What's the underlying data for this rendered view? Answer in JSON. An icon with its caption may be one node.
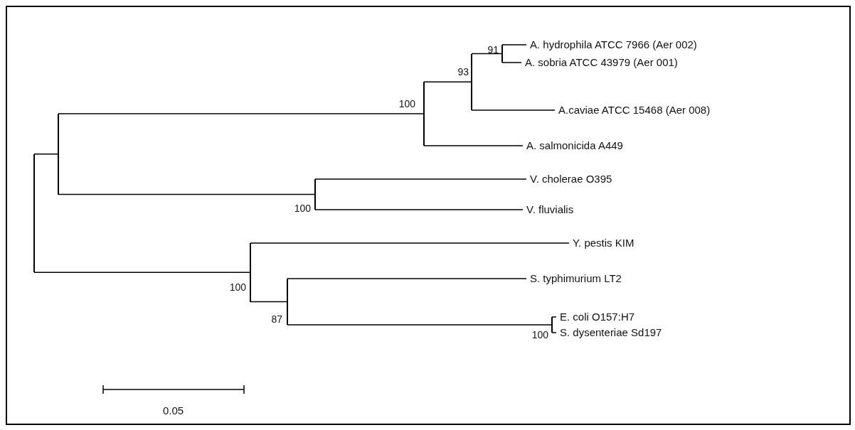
{
  "diagram": {
    "nodes": [
      {
        "text": [],
        "shape": "bar"
      },
      {
        "text": [],
        "shape": "bar"
      },
      {
        "text": [],
        "shape": "bar",
        "beside": [
          "100"
        ]
      },
      {
        "text": [],
        "shape": "bar",
        "beside": [
          "93"
        ]
      },
      {
        "text": [],
        "shape": "bar",
        "beside": [
          "91"
        ]
      },
      {
        "text": [
          "A. hydrophila ATCC 7966 (Aer 002)"
        ]
      },
      {
        "text": [
          "A. sobria ATCC 43979 (Aer 001)"
        ]
      },
      {
        "text": [
          "A.caviae ATCC 15468 (Aer 008)"
        ]
      },
      {
        "text": [
          "A. salmonicida A449"
        ]
      },
      {
        "text": [],
        "shape": "bar",
        "beside": [
          "100"
        ]
      },
      {
        "text": [
          "V. cholerae O395"
        ]
      },
      {
        "text": [
          "V. fluvialis"
        ]
      },
      {
        "text": [],
        "shape": "bar",
        "beside": [
          "100"
        ]
      },
      {
        "text": [
          "Y. pestis KIM"
        ]
      },
      {
        "text": [],
        "shape": "bar",
        "beside": [
          "87"
        ]
      },
      {
        "text": [
          "S. typhimurium LT2"
        ]
      },
      {
        "text": [],
        "shape": "bar",
        "beside": [
          "100"
        ]
      },
      {
        "text": [
          "E. coli O157:H7"
        ]
      },
      {
        "text": [
          "S. dysenteriae Sd197"
        ]
      }
    ],
    "edges": [
      {
        "from": 0,
        "to": 1,
        "arrow": "none"
      },
      {
        "from": 1,
        "to": 2,
        "arrow": "none"
      },
      {
        "from": 2,
        "to": 3,
        "arrow": "none"
      },
      {
        "from": 3,
        "to": 4,
        "arrow": "none"
      },
      {
        "from": 4,
        "to": 5,
        "arrow": "none"
      },
      {
        "from": 4,
        "to": 6,
        "arrow": "none"
      },
      {
        "from": 3,
        "to": 7,
        "arrow": "none"
      },
      {
        "from": 2,
        "to": 8,
        "arrow": "none"
      },
      {
        "from": 1,
        "to": 9,
        "arrow": "none"
      },
      {
        "from": 9,
        "to": 10,
        "arrow": "none"
      },
      {
        "from": 9,
        "to": 11,
        "arrow": "none"
      },
      {
        "from": 0,
        "to": 12,
        "arrow": "none"
      },
      {
        "from": 12,
        "to": 13,
        "arrow": "none"
      },
      {
        "from": 12,
        "to": 14,
        "arrow": "none"
      },
      {
        "from": 14,
        "to": 15,
        "arrow": "none"
      },
      {
        "from": 14,
        "to": 16,
        "arrow": "none"
      },
      {
        "from": 16,
        "to": 17,
        "arrow": "none"
      },
      {
        "from": 16,
        "to": 18,
        "arrow": "none"
      }
    ],
    "labels": [
      "0.05"
    ]
  }
}
